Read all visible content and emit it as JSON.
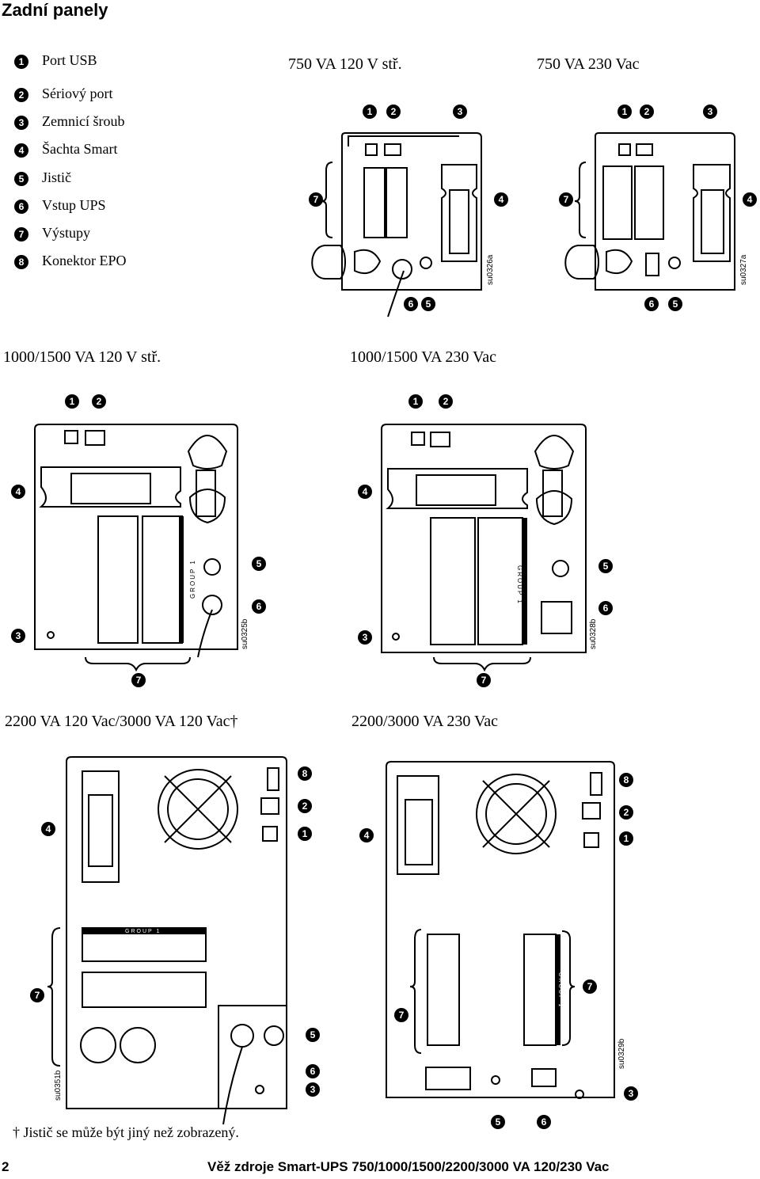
{
  "page": {
    "title": "Zadní panely",
    "page_number": "2",
    "footer": "Věž zdroje Smart-UPS 750/1000/1500/2200/3000 VA 120/230 Vac",
    "note": "† Jistič se může být jiný než zobrazený."
  },
  "legend": [
    {
      "num": "1",
      "label": "Port USB"
    },
    {
      "num": "2",
      "label": "Sériový port"
    },
    {
      "num": "3",
      "label": "Zemnicí šroub"
    },
    {
      "num": "4",
      "label": "Šachta Smart"
    },
    {
      "num": "5",
      "label": "Jistič"
    },
    {
      "num": "6",
      "label": "Vstup UPS"
    },
    {
      "num": "7",
      "label": "Výstupy"
    },
    {
      "num": "8",
      "label": "Konektor EPO"
    }
  ],
  "panels": [
    {
      "caption": "750 VA 120 V stř.",
      "code": "su0326a"
    },
    {
      "caption": "750 VA 230 Vac",
      "code": "su0327a"
    },
    {
      "caption": "1000/1500 VA 120 V stř.",
      "code": "su0325b"
    },
    {
      "caption": "1000/1500 VA 230 Vac",
      "code": "su0328b"
    },
    {
      "caption": "2200 VA 120 Vac/3000 VA 120 Vac†",
      "code": "su0351b"
    },
    {
      "caption": "2200/3000 VA 230 Vac",
      "code": "su0329b"
    }
  ],
  "group_label": "GROUP 1",
  "callouts": [
    "1",
    "2",
    "3",
    "4",
    "5",
    "6",
    "7",
    "8"
  ]
}
